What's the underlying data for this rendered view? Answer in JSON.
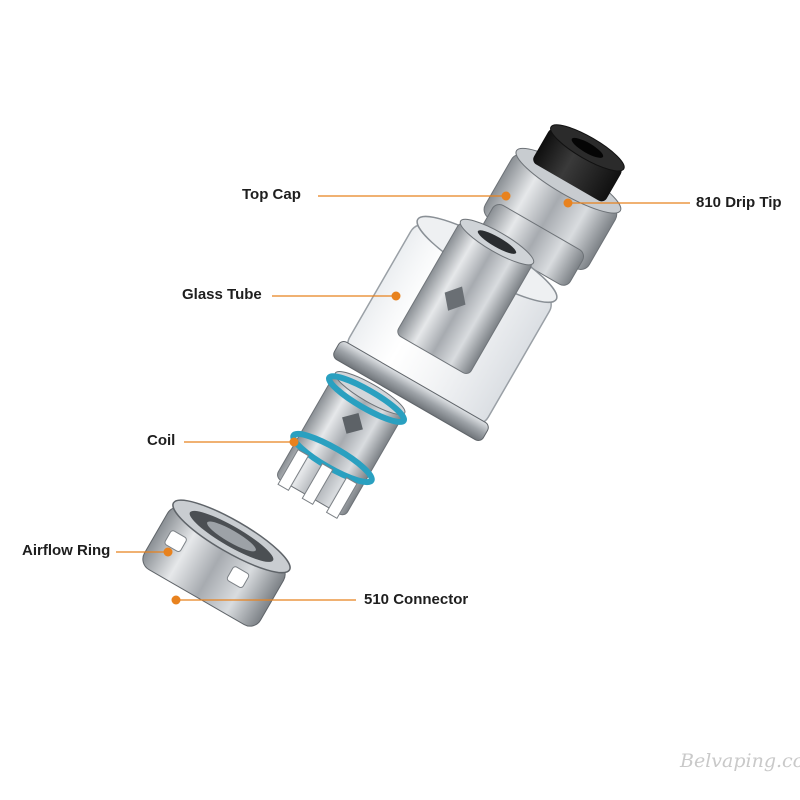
{
  "labels": {
    "top_cap": "Top Cap",
    "drip_tip": "810 Drip Tip",
    "glass_tube": "Glass Tube",
    "coil": "Coil",
    "airflow_ring": "Airflow Ring",
    "connector_510": "510 Connector"
  },
  "watermark": "Belvaping.com",
  "colors": {
    "leader_line": "#e8821e",
    "marker_dot": "#e8821e",
    "steel": "#b8bcc0",
    "drip_tip_black": "#1c1c1c",
    "o_ring": "#2aa0c0"
  }
}
